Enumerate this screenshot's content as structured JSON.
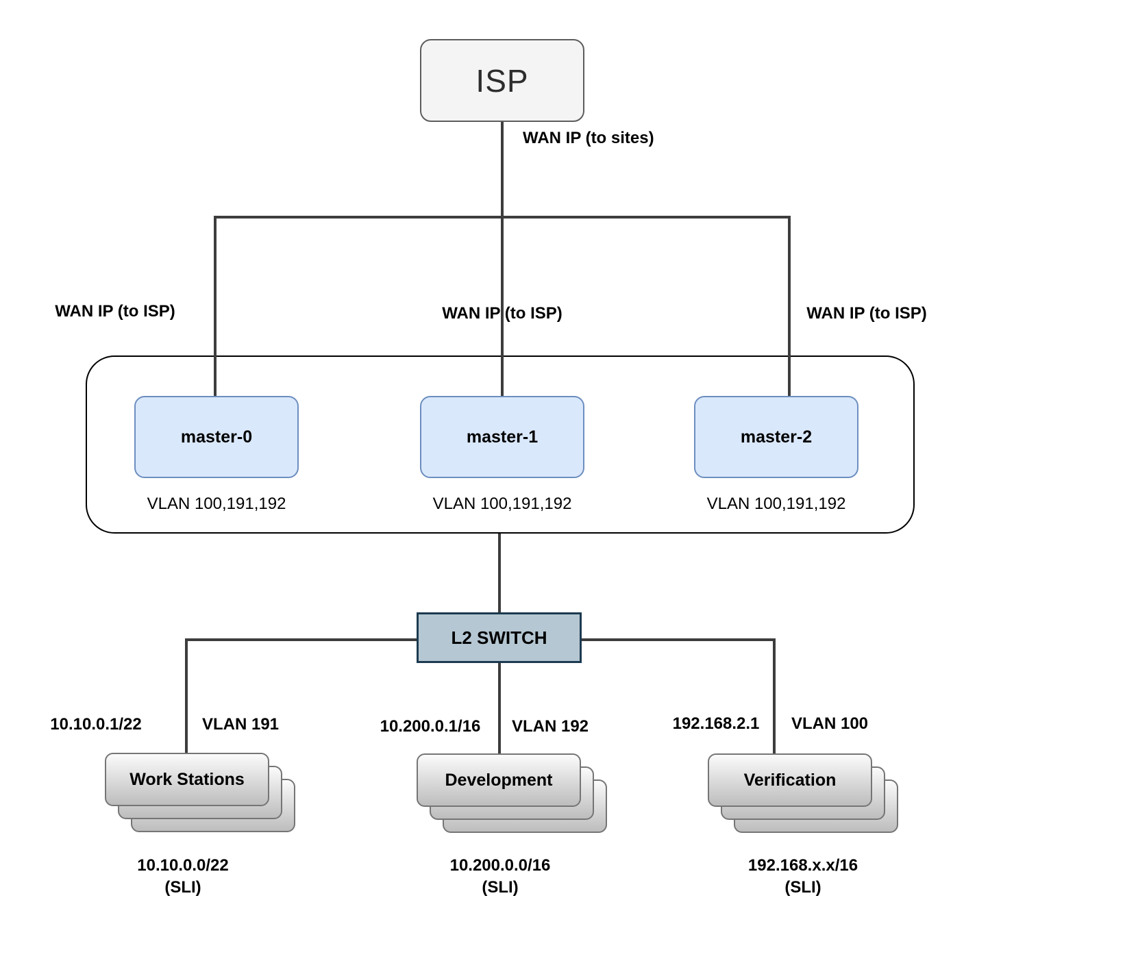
{
  "diagram": {
    "isp": {
      "label": "ISP"
    },
    "edge_labels": {
      "wan_to_sites": "WAN IP (to sites)",
      "wan_to_isp_left": "WAN IP (to ISP)",
      "wan_to_isp_mid": "WAN IP (to ISP)",
      "wan_to_isp_right": "WAN IP (to ISP)"
    },
    "cluster": {
      "masters": [
        {
          "label": "master-0",
          "vlans": "VLAN 100,191,192"
        },
        {
          "label": "master-1",
          "vlans": "VLAN 100,191,192"
        },
        {
          "label": "master-2",
          "vlans": "VLAN 100,191,192"
        }
      ]
    },
    "switch": {
      "label": "L2 SWITCH"
    },
    "groups": [
      {
        "name": "Work Stations",
        "gateway": "10.10.0.1/22",
        "vlan": "VLAN 191",
        "subnet": "10.10.0.0/22",
        "note": "(SLI)"
      },
      {
        "name": "Development",
        "gateway": "10.200.0.1/16",
        "vlan": "VLAN 192",
        "subnet": "10.200.0.0/16",
        "note": "(SLI)"
      },
      {
        "name": "Verification",
        "gateway": "192.168.2.1",
        "vlan": "VLAN 100",
        "subnet": "192.168.x.x/16",
        "note": "(SLI)"
      }
    ],
    "colors": {
      "line": "#3d3d3d",
      "isp_fill": "#f4f4f4",
      "isp_border": "#5c5c5c",
      "master_fill": "#dae8fc",
      "master_border": "#6c8ebf",
      "switch_fill": "#b5c7d2",
      "switch_border": "#1c3a50",
      "card_border": "#757575",
      "cluster_border": "#000000"
    }
  }
}
